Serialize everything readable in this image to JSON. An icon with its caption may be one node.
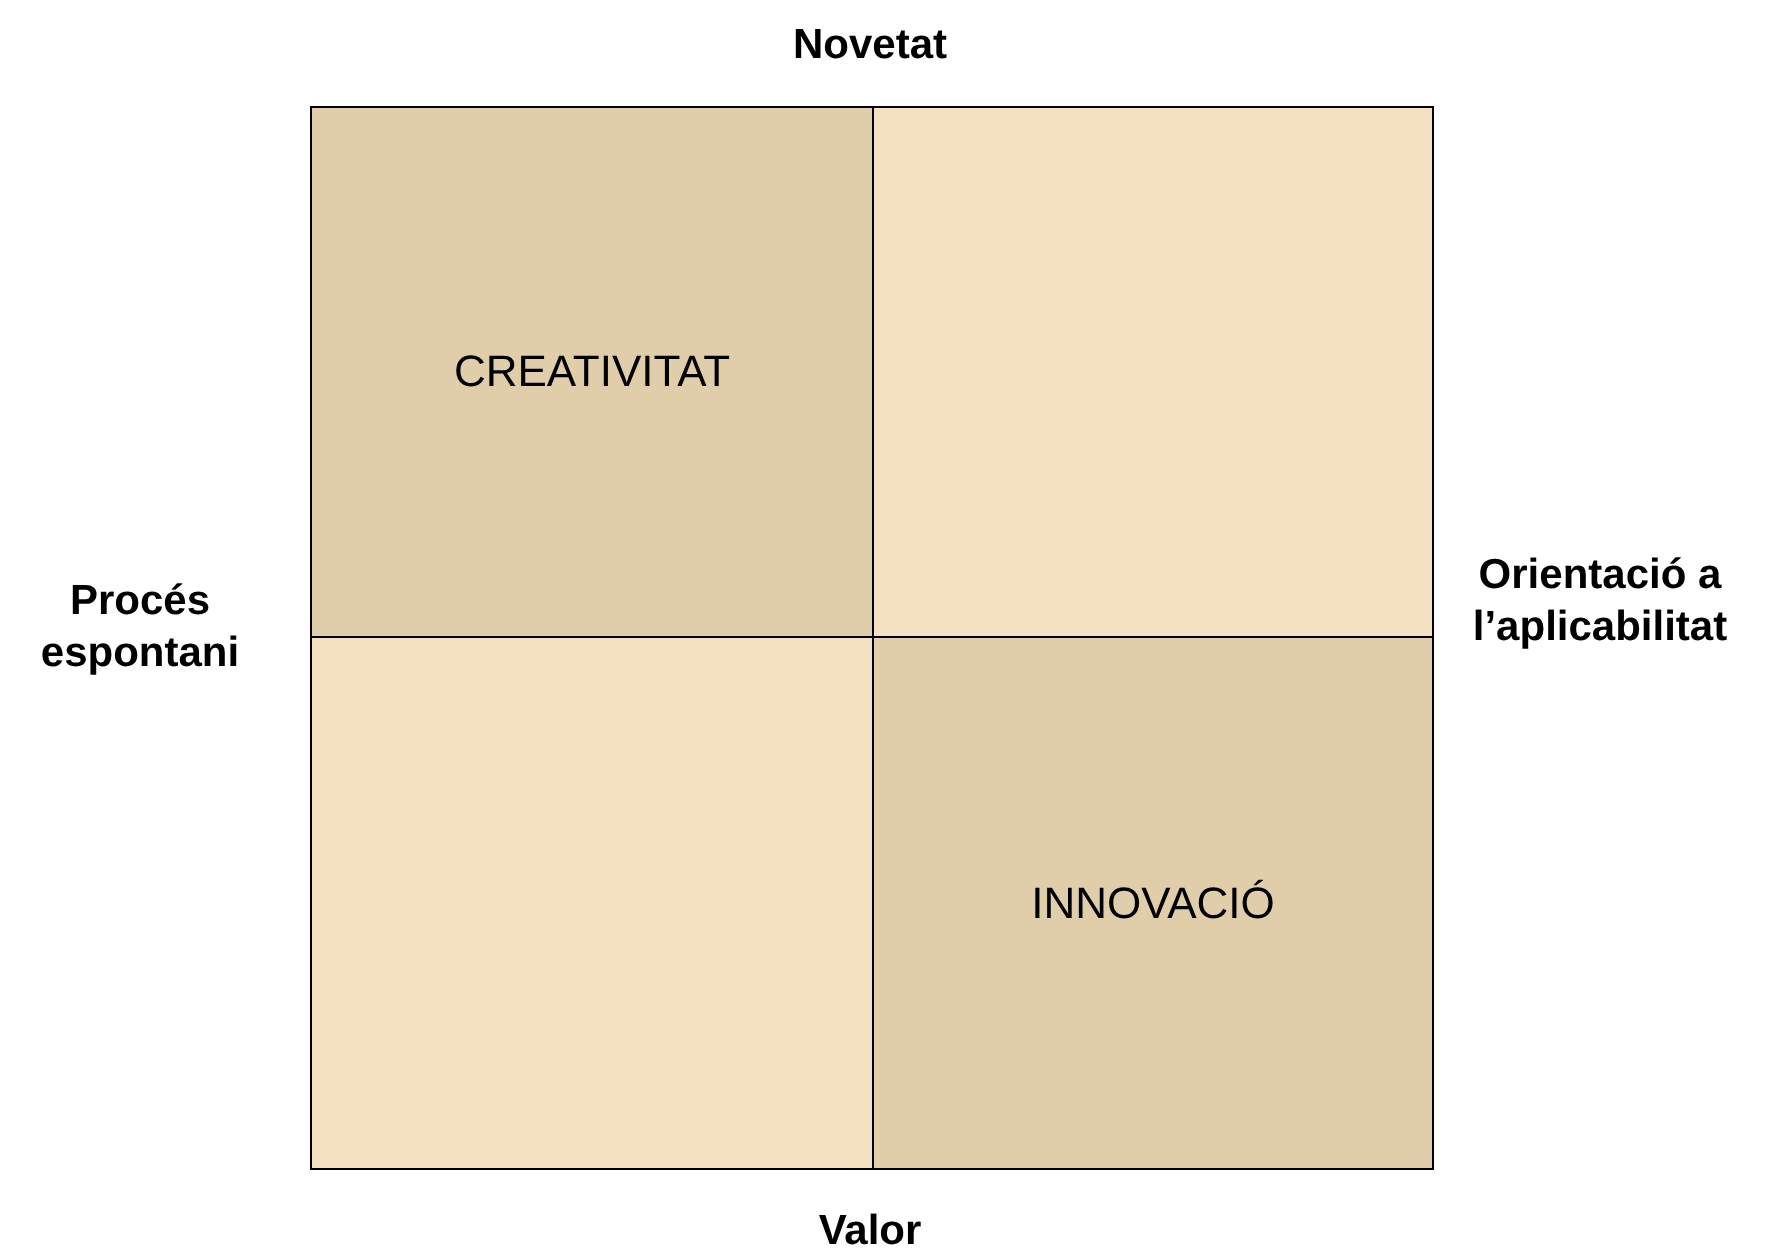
{
  "diagram": {
    "nodes": [
      {
        "text": [
          "CREATIVITAT"
        ]
      },
      {
        "text": [],
        "shape": "box"
      },
      {
        "text": [],
        "shape": "box"
      },
      {
        "text": [
          "INNOVACIÓ"
        ]
      }
    ],
    "labels": [
      "Novetat",
      "Procés espontani",
      "Orientació a l’aplicabilitat",
      "Valor"
    ]
  }
}
